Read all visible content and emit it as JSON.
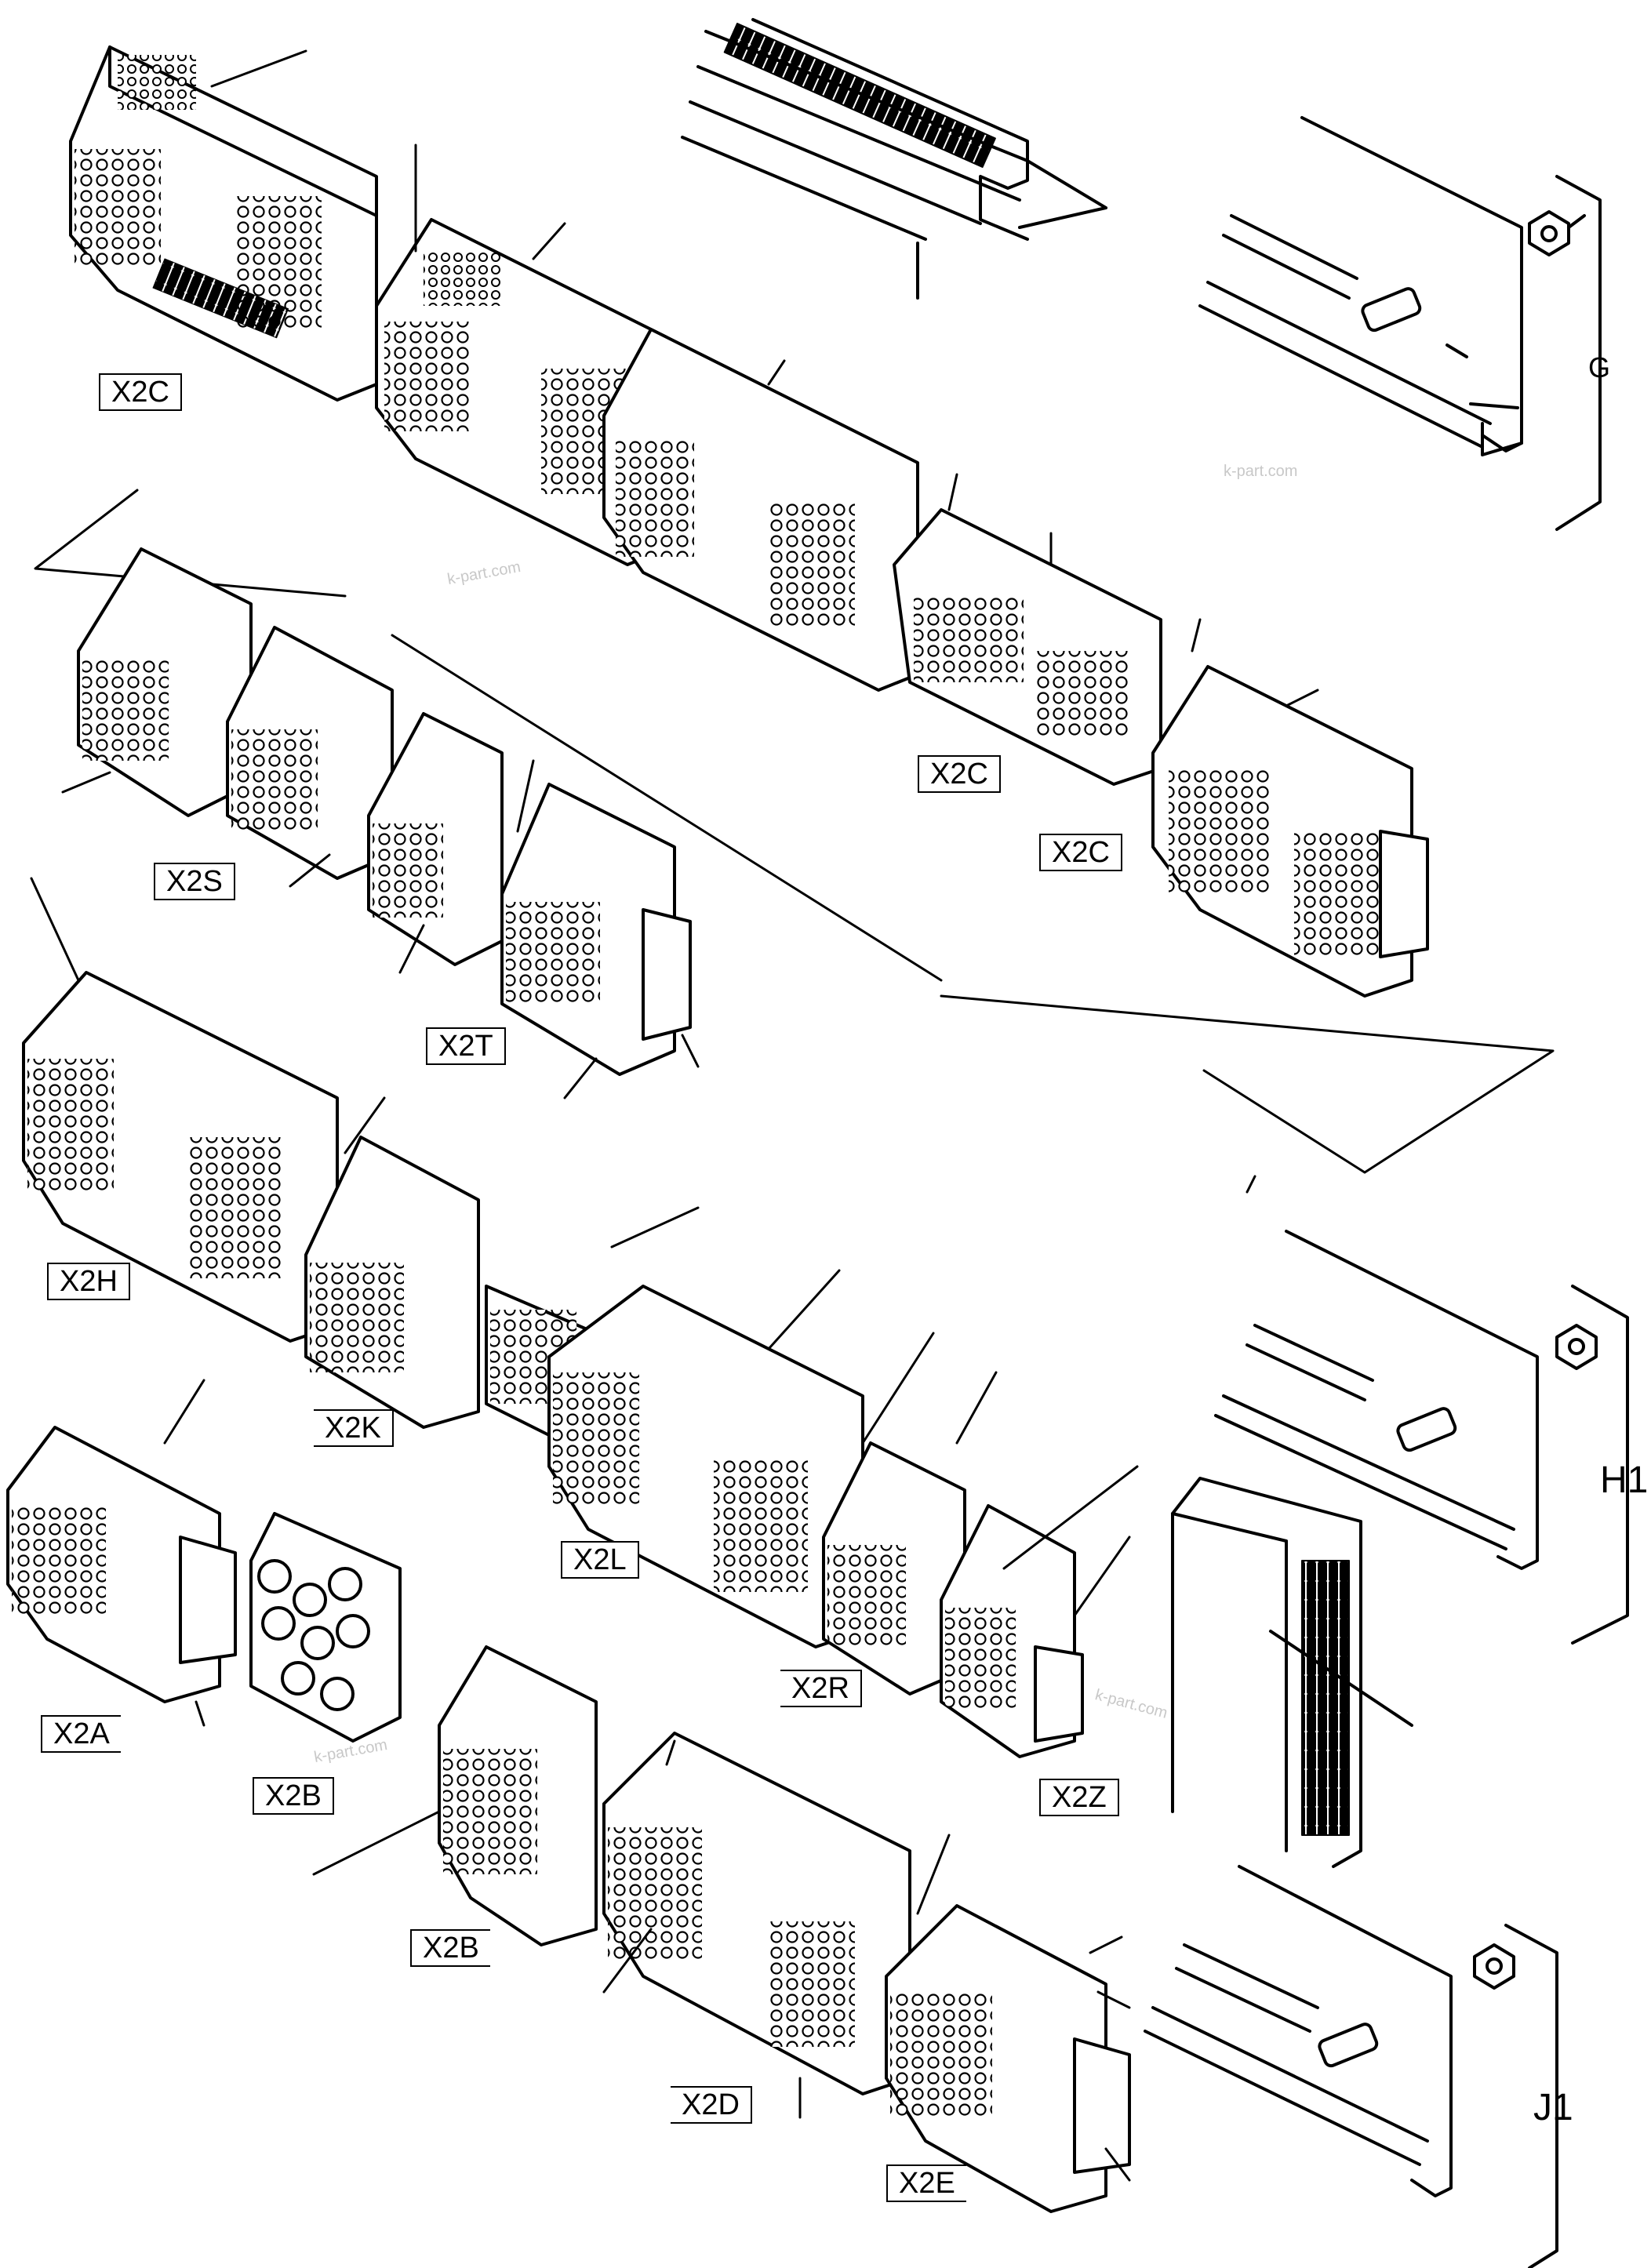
{
  "labels": {
    "x2c_1": "X2C",
    "x2c_2": "X2C",
    "x2c_3": "X2C",
    "x2s": "X2S",
    "x2t": "X2T",
    "x2h": "X2H",
    "x2k": "X2K",
    "x2l": "X2L",
    "x2a": "X2A",
    "x2b_1": "X2B",
    "x2b_2": "X2B",
    "x2r": "X2R",
    "x2z": "X2Z",
    "x2d": "X2D",
    "x2e": "X2E"
  },
  "refs": {
    "g": "G",
    "h1": "H1",
    "j1": "J1"
  },
  "watermark": "k-part.com"
}
